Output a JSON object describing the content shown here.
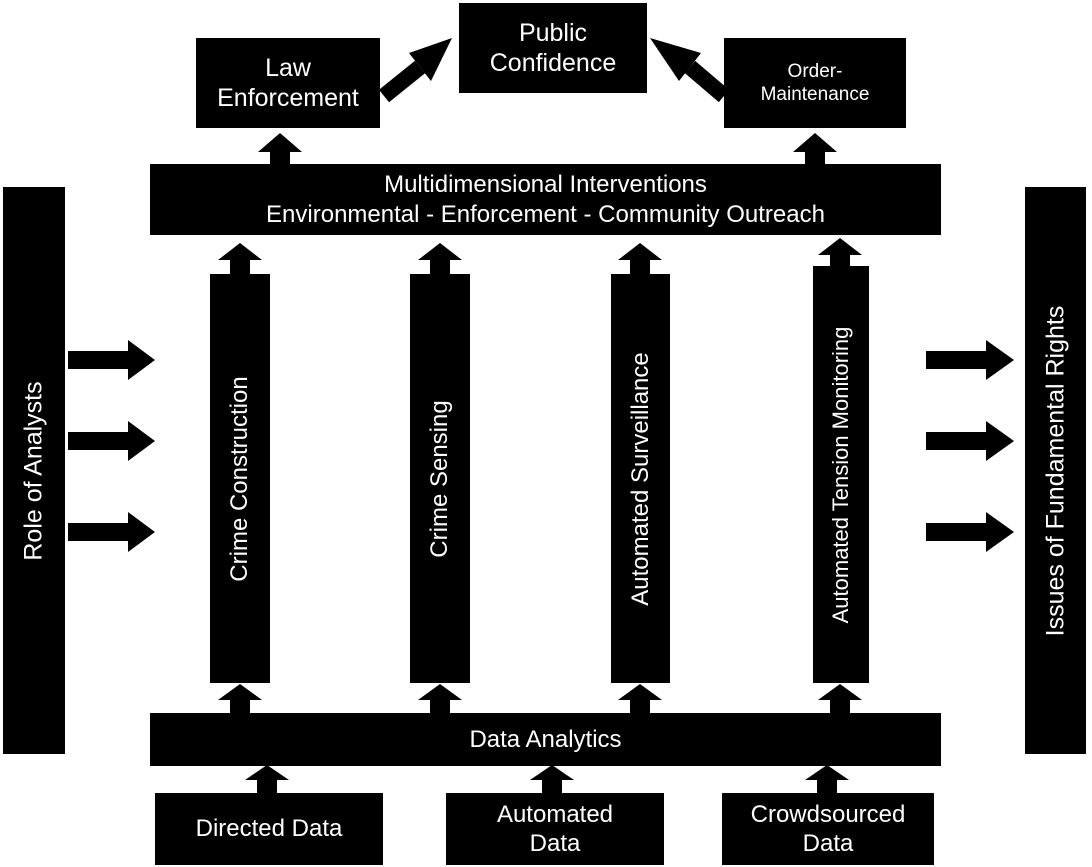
{
  "top": {
    "public_confidence": [
      "Public",
      "Confidence"
    ],
    "law_enforcement": [
      "Law",
      "Enforcement"
    ],
    "order_maintenance": [
      "Order-",
      "Maintenance"
    ]
  },
  "interventions": {
    "line1": "Multidimensional Interventions",
    "line2": "Environmental - Enforcement - Community Outreach"
  },
  "pillars": [
    "Crime Construction",
    "Crime Sensing",
    "Automated Surveillance",
    "Automated Tension Monitoring"
  ],
  "left_bar": "Role of Analysts",
  "right_bar": "Issues of Fundamental Rights",
  "data_analytics": "Data Analytics",
  "sources": {
    "directed": [
      "Directed Data"
    ],
    "automated": [
      "Automated",
      "Data"
    ],
    "crowdsourced": [
      "Crowdsourced",
      "Data"
    ]
  }
}
